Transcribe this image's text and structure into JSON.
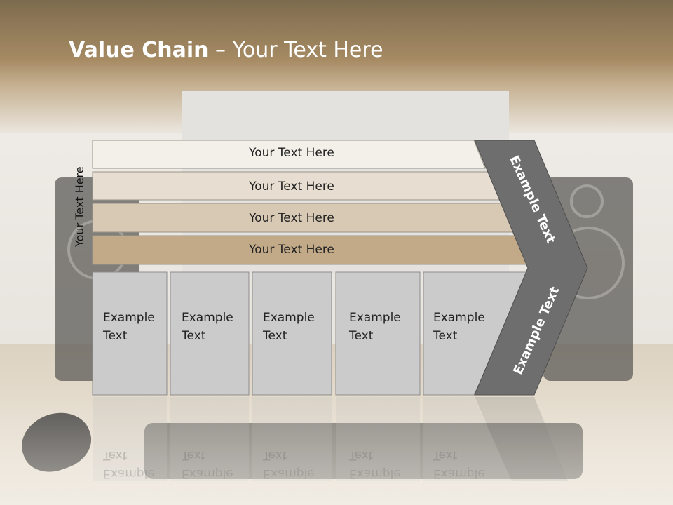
{
  "title": {
    "bold": "Value Chain",
    "rest": " – Your Text Here"
  },
  "side_label": "Your Text Here",
  "bars": [
    "Your Text Here",
    "Your Text Here",
    "Your Text Here",
    "Your Text Here"
  ],
  "blocks": [
    {
      "line1": "Example",
      "line2": "Text"
    },
    {
      "line1": "Example",
      "line2": "Text"
    },
    {
      "line1": "Example",
      "line2": "Text"
    },
    {
      "line1": "Example",
      "line2": "Text"
    },
    {
      "line1": "Example",
      "line2": "Text"
    }
  ],
  "chevron": {
    "upper": "Example Text",
    "lower": "Example Text"
  },
  "colors": {
    "bar1": "#f3efe9",
    "bar2": "#e7ddd0",
    "bar3": "#d8c9b4",
    "bar4": "#c2aa88",
    "block": "#cbcbcb",
    "chevron": "#6e6e6e"
  }
}
